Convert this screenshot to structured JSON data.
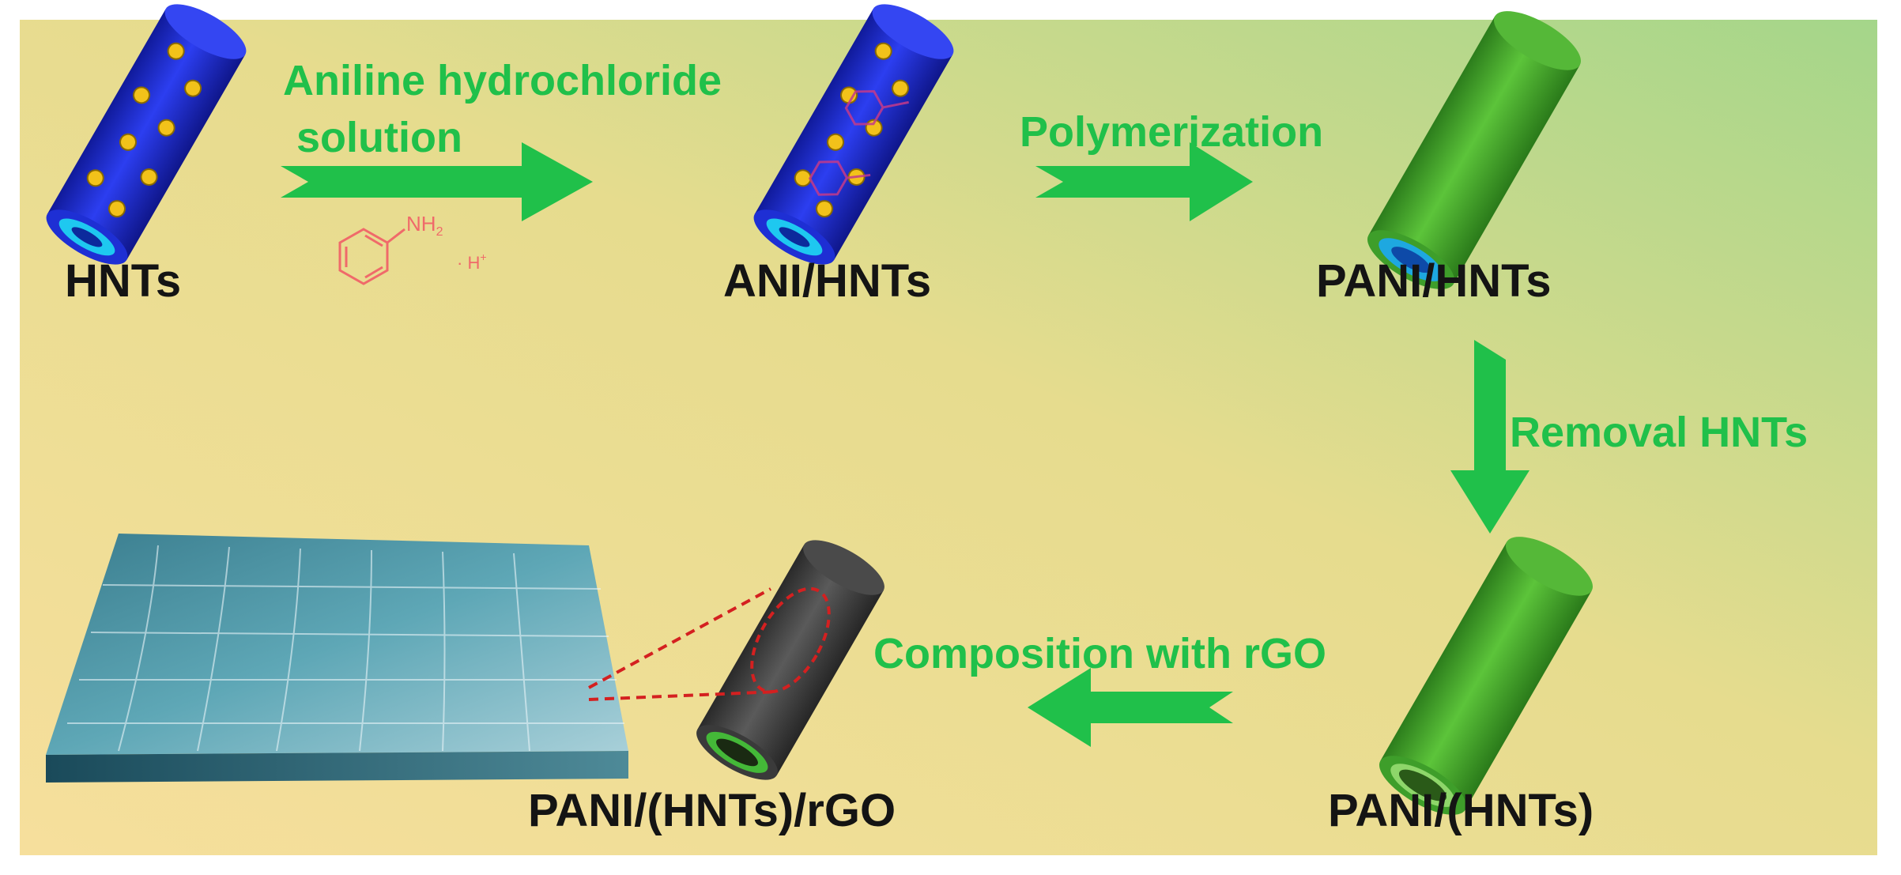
{
  "colors": {
    "arrow_green": "#20c04a",
    "label_black": "#141414",
    "hnt_blue": "#2233d8",
    "hnt_inner": "#1ec8f0",
    "pani_green": "#3fae2e",
    "reagent_red": "#f06a6a",
    "dashed_red": "#d42020",
    "background_left": "#f4de9a",
    "background_right": "#a8d88a"
  },
  "labels": {
    "hnts": "HNTs",
    "ani_hnts": "ANI/HNTs",
    "pani_hnts": "PANI/HNTs",
    "pani_paren_hnts": "PANI/(HNTs)",
    "pani_paren_hnts_rgo": "PANI/(HNTs)/rGO"
  },
  "steps": {
    "step1_line1": "Aniline hydrochloride",
    "step1_line2": "solution",
    "step2": "Polymerization",
    "step3": "Removal HNTs",
    "step4": "Composition with rGO"
  },
  "reagent": {
    "amine": "NH",
    "amine_sub": "2",
    "acid": "· H",
    "acid_sup": "+"
  },
  "icons": {
    "tube_hnts": "blue-nanotube-icon",
    "tube_ani": "blue-nanotube-with-aniline-icon",
    "tube_pani_hnts": "green-blue-nanotube-icon",
    "tube_pani": "green-hollow-nanotube-icon",
    "tube_rgo": "gray-wrapped-nanotube-icon",
    "sheet": "rgo-sheet-icon",
    "molecule": "aniline-molecule-icon"
  }
}
